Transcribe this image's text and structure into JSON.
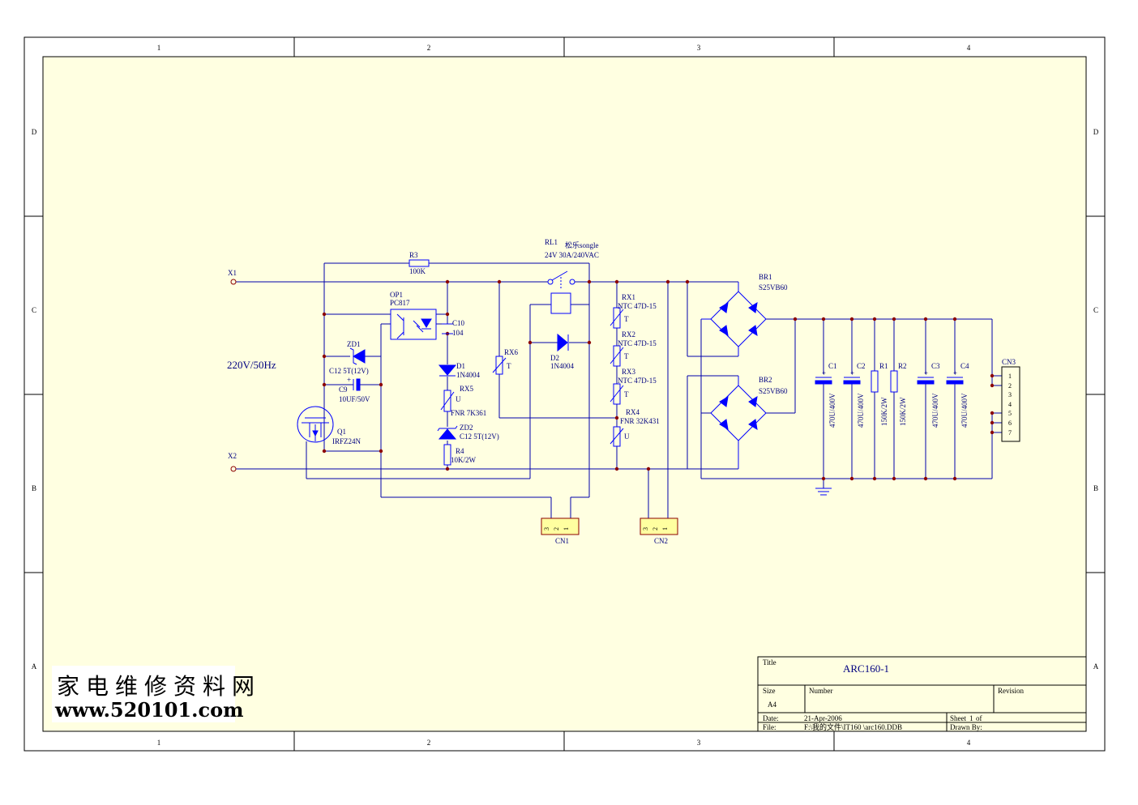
{
  "colors": {
    "paper": "#FFFFE1",
    "wire": "#0000AA",
    "part": "#0000FF",
    "border": "#000000",
    "junction": "#8B0000",
    "connector_fill": "#FFFFA0"
  },
  "grid": {
    "columns": [
      "1",
      "2",
      "3",
      "4"
    ],
    "rows": [
      "D",
      "C",
      "B",
      "A"
    ]
  },
  "labels": {
    "x1": "X1",
    "x2": "X2",
    "mains": "220V/50Hz",
    "r3": "R3",
    "r3v": "100K",
    "op1": "OP1",
    "op1v": "PC817",
    "c10": "C10",
    "c10v": "104",
    "zd1": "ZD1",
    "zd1v": "C12 5T(12V)",
    "c9": "C9",
    "c9v": "10UF/50V",
    "q1": "Q1",
    "q1v": "IRFZ24N",
    "d1": "D1",
    "d1v": "1N4004",
    "rx5": "RX5",
    "rx5v": "FNR 7K361",
    "rx5t": "U",
    "zd2": "ZD2",
    "zd2v": "C12 5T(12V)",
    "r4": "R4",
    "r4v": "10K/2W",
    "rx6": "RX6",
    "rx6t": "T",
    "d2": "D2",
    "d2v": "1N4004",
    "rl1": "RL1",
    "rl1a": "松乐songle",
    "rl1b": "24V 30A/240VAC",
    "rx1": "RX1",
    "rx1v": "NTC 47D-15",
    "rx1t": "T",
    "rx2": "RX2",
    "rx2v": "NTC 47D-15",
    "rx2t": "T",
    "rx3": "RX3",
    "rx3v": "NTC 47D-15",
    "rx3t": "T",
    "rx4": "RX4",
    "rx4v": "FNR 32K431",
    "rx4t": "U",
    "br1": "BR1",
    "br1v": "S25VB60",
    "br2": "BR2",
    "br2v": "S25VB60",
    "c1": "C1",
    "c1v": "470U/400V",
    "c2": "C2",
    "c2v": "470U/400V",
    "r1": "R1",
    "r1v": "150K/2W",
    "r2": "R2",
    "r2v": "150K/2W",
    "c3": "C3",
    "c3v": "470U/400V",
    "c4": "C4",
    "c4v": "470U/400V",
    "cn1": "CN1",
    "cn2": "CN2",
    "cn3": "CN3",
    "cn_pins": [
      "3",
      "2",
      "1"
    ],
    "cn3_pins": [
      "1",
      "2",
      "3",
      "4",
      "5",
      "6",
      "7"
    ],
    "plus": "+"
  },
  "title_block": {
    "title_label": "Title",
    "title": "ARC160-1",
    "size_label": "Size",
    "size": "A4",
    "number_label": "Number",
    "revision_label": "Revision",
    "date_label": "Date:",
    "date": "21-Apr-2006",
    "sheet_label": "Sheet",
    "sheet": "1",
    "of_label": "of",
    "file_label": "File:",
    "file": "F:\\我的文件\\IT160 \\arc160.DDB",
    "drawn_label": "Drawn By:"
  },
  "watermark": {
    "chinese": "家电维修资料网",
    "url": "www.520101.com"
  }
}
